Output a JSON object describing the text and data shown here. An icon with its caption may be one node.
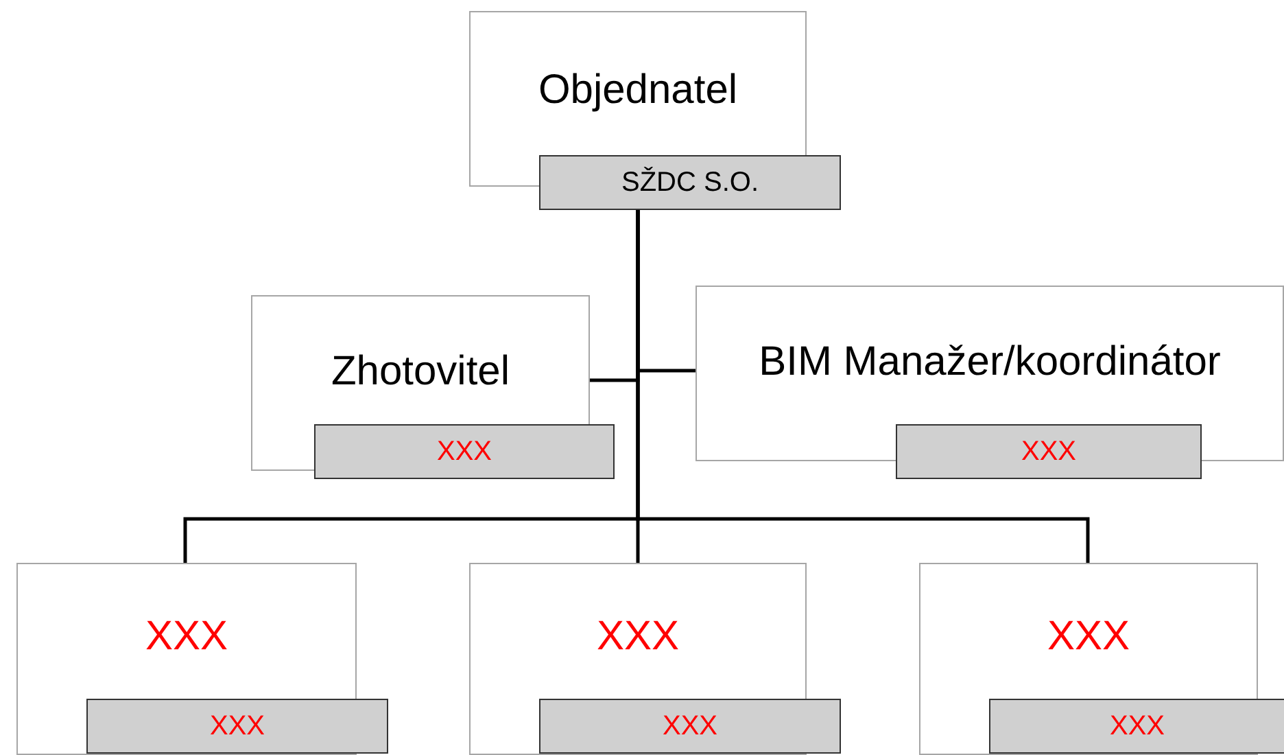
{
  "diagram": {
    "nodes": [
      {
        "text": [
          "Objednatel",
          "SŽDC S.O."
        ]
      },
      {
        "text": [
          "Zhotovitel",
          "XXX"
        ]
      },
      {
        "text": [
          "BIM Manažer/koordinátor",
          "XXX"
        ]
      },
      {
        "text": [
          "XXX",
          "XXX"
        ]
      },
      {
        "text": [
          "XXX",
          "XXX"
        ]
      },
      {
        "text": [
          "XXX",
          "XXX"
        ]
      }
    ],
    "edges": [
      {
        "from": 0,
        "to": 1,
        "arrow": "none"
      },
      {
        "from": 0,
        "to": 2,
        "arrow": "none"
      },
      {
        "from": 0,
        "to": 3,
        "arrow": "none"
      },
      {
        "from": 0,
        "to": 4,
        "arrow": "none"
      },
      {
        "from": 0,
        "to": 5,
        "arrow": "none"
      }
    ]
  }
}
